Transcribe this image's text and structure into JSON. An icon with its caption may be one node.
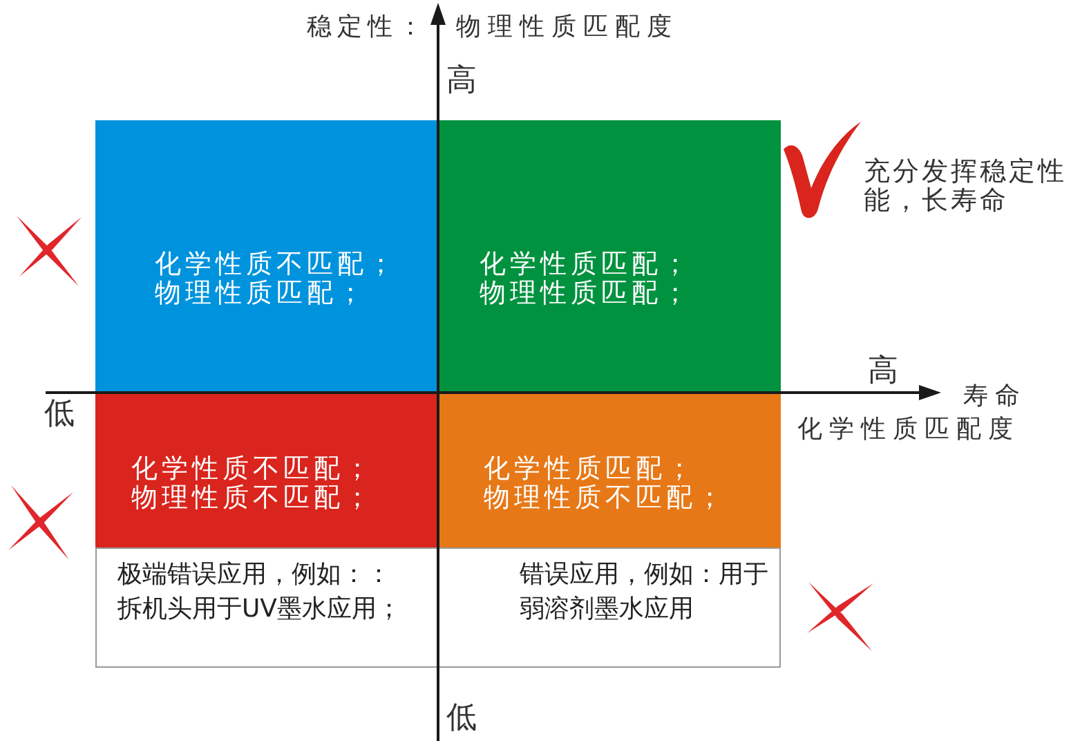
{
  "diagram": {
    "nodes": [
      {
        "text": [
          "化学性质不匹配；",
          "物理性质匹配；"
        ]
      },
      {
        "text": [
          "化学性质匹配；",
          "物理性质匹配；"
        ]
      },
      {
        "text": [
          "化学性质不匹配；",
          "物理性质不匹配；"
        ]
      },
      {
        "text": [
          "化学性质匹配；",
          "物理性质不匹配；"
        ]
      },
      {
        "text": [
          "极端错误应用，例如：：拆机头用于UV墨水应用；"
        ]
      },
      {
        "text": [
          "错误应用，例如：用于弱溶剂墨水应用"
        ]
      }
    ],
    "labels": [
      "稳定性：",
      "物理性质匹配度",
      "高",
      "充分发挥稳定性能，长寿命",
      "高",
      "低",
      "寿命",
      "化学性质匹配度",
      "低"
    ]
  }
}
